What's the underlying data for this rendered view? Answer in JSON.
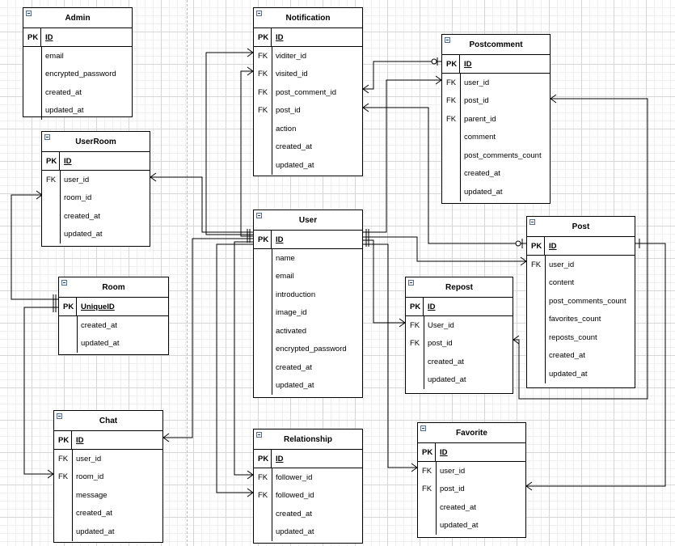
{
  "entities": {
    "admin": {
      "title": "Admin",
      "key": {
        "k": "PK",
        "n": "ID"
      },
      "fields": [
        {
          "k": "",
          "n": "email"
        },
        {
          "k": "",
          "n": "encrypted_password"
        },
        {
          "k": "",
          "n": "created_at"
        },
        {
          "k": "",
          "n": "updated_at"
        }
      ]
    },
    "userroom": {
      "title": "UserRoom",
      "key": {
        "k": "PK",
        "n": "ID"
      },
      "fields": [
        {
          "k": "FK",
          "n": "user_id"
        },
        {
          "k": "",
          "n": "room_id"
        },
        {
          "k": "",
          "n": "created_at"
        },
        {
          "k": "",
          "n": "updated_at"
        }
      ]
    },
    "room": {
      "title": "Room",
      "key": {
        "k": "PK",
        "n": "UniqueID"
      },
      "fields": [
        {
          "k": "",
          "n": "created_at"
        },
        {
          "k": "",
          "n": "updated_at"
        }
      ]
    },
    "chat": {
      "title": "Chat",
      "key": {
        "k": "PK",
        "n": "ID"
      },
      "fields": [
        {
          "k": "FK",
          "n": "user_id"
        },
        {
          "k": "FK",
          "n": "room_id"
        },
        {
          "k": "",
          "n": "message"
        },
        {
          "k": "",
          "n": "created_at"
        },
        {
          "k": "",
          "n": "updated_at"
        }
      ]
    },
    "notification": {
      "title": "Notification",
      "key": {
        "k": "PK",
        "n": "ID"
      },
      "fields": [
        {
          "k": "FK",
          "n": "viditer_id"
        },
        {
          "k": "FK",
          "n": "visited_id"
        },
        {
          "k": "FK",
          "n": "post_comment_id"
        },
        {
          "k": "FK",
          "n": "post_id"
        },
        {
          "k": "",
          "n": "action"
        },
        {
          "k": "",
          "n": "created_at"
        },
        {
          "k": "",
          "n": "updated_at"
        }
      ]
    },
    "user": {
      "title": "User",
      "key": {
        "k": "PK",
        "n": "ID"
      },
      "fields": [
        {
          "k": "",
          "n": "name"
        },
        {
          "k": "",
          "n": "email"
        },
        {
          "k": "",
          "n": "introduction"
        },
        {
          "k": "",
          "n": "image_id"
        },
        {
          "k": "",
          "n": "activated"
        },
        {
          "k": "",
          "n": "encrypted_password"
        },
        {
          "k": "",
          "n": "created_at"
        },
        {
          "k": "",
          "n": "updated_at"
        }
      ]
    },
    "relationship": {
      "title": "Relationship",
      "key": {
        "k": "PK",
        "n": "ID"
      },
      "fields": [
        {
          "k": "FK",
          "n": "follower_id"
        },
        {
          "k": "FK",
          "n": "followed_id"
        },
        {
          "k": "",
          "n": "created_at"
        },
        {
          "k": "",
          "n": "updated_at"
        }
      ]
    },
    "postcomment": {
      "title": "Postcomment",
      "key": {
        "k": "PK",
        "n": "ID"
      },
      "fields": [
        {
          "k": "FK",
          "n": "user_id"
        },
        {
          "k": "FK",
          "n": "post_id"
        },
        {
          "k": "FK",
          "n": "parent_id"
        },
        {
          "k": "",
          "n": "comment"
        },
        {
          "k": "",
          "n": "post_comments_count"
        },
        {
          "k": "",
          "n": "created_at"
        },
        {
          "k": "",
          "n": "updated_at"
        }
      ]
    },
    "repost": {
      "title": "Repost",
      "key": {
        "k": "PK",
        "n": "ID"
      },
      "fields": [
        {
          "k": "FK",
          "n": "User_id"
        },
        {
          "k": "FK",
          "n": "post_id"
        },
        {
          "k": "",
          "n": "created_at"
        },
        {
          "k": "",
          "n": "updated_at"
        }
      ]
    },
    "post": {
      "title": "Post",
      "key": {
        "k": "PK",
        "n": "ID"
      },
      "fields": [
        {
          "k": "FK",
          "n": "user_id"
        },
        {
          "k": "",
          "n": "content"
        },
        {
          "k": "",
          "n": "post_comments_count"
        },
        {
          "k": "",
          "n": "favorites_count"
        },
        {
          "k": "",
          "n": "reposts_count"
        },
        {
          "k": "",
          "n": "created_at"
        },
        {
          "k": "",
          "n": "updated_at"
        }
      ]
    },
    "favorite": {
      "title": "Favorite",
      "key": {
        "k": "PK",
        "n": "ID"
      },
      "fields": [
        {
          "k": "FK",
          "n": "user_id"
        },
        {
          "k": "FK",
          "n": "post_id"
        },
        {
          "k": "",
          "n": "created_at"
        },
        {
          "k": "",
          "n": "updated_at"
        }
      ]
    }
  },
  "icons": {
    "collapse": "collapse-minus-icon"
  },
  "colors": {
    "line": "#000000",
    "grid": "#d6d6d6",
    "background": "#ffffff"
  }
}
